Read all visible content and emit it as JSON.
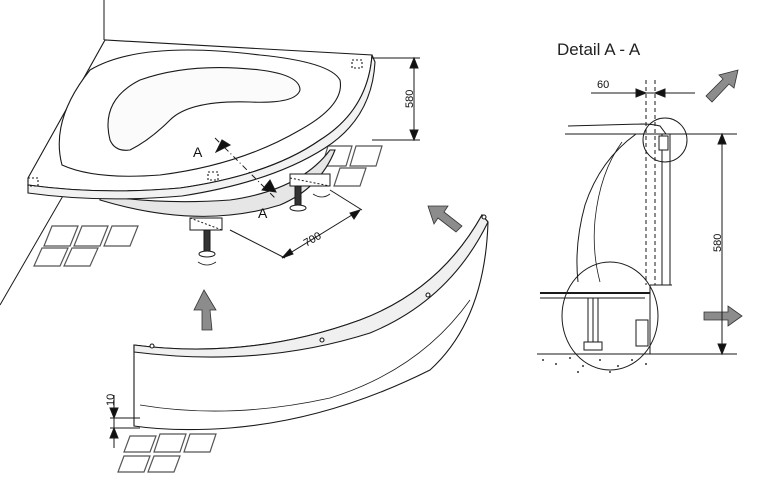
{
  "detail_title": "Detail A - A",
  "dimensions": {
    "bath_height": "580",
    "leg_spacing": "700",
    "panel_gap": "10",
    "detail_offset": "60",
    "detail_height": "580"
  },
  "section_marks": {
    "upper": "A",
    "lower": "A"
  },
  "colors": {
    "line": "#1a1a1a",
    "arrow_fill": "#8c8c8c",
    "tile_stroke": "#555555",
    "shading": "#e6e6e6"
  },
  "icons": [
    "arrow-icon",
    "rotate-icon",
    "adjustable-leg-icon"
  ]
}
